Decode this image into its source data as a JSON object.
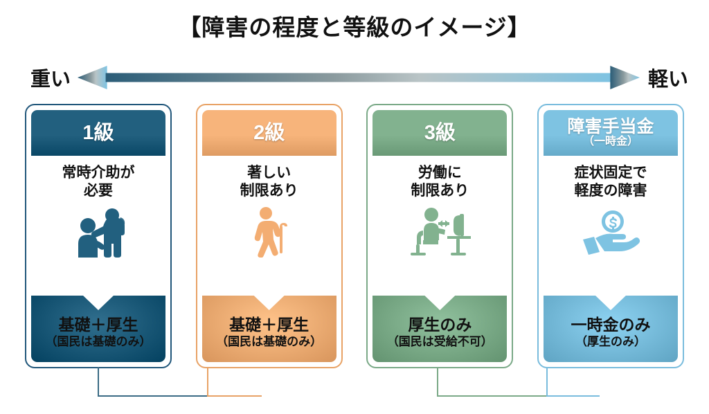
{
  "title": "【障害の程度と等級のイメージ】",
  "axis": {
    "left_label": "重い",
    "right_label": "軽い",
    "left_color": "#2b5d78",
    "right_color": "#7ec3e2",
    "left_arrow_icon": "arrow-left-icon",
    "right_arrow_icon": "arrow-right-icon"
  },
  "cards": [
    {
      "grade": "1級",
      "sub": "",
      "description": "常時介助が\n必要",
      "footer_main": "基礎＋厚生",
      "footer_note": "（国民は基礎のみ）",
      "icon": "caregiver-assist-icon",
      "accent": "#22607f",
      "border": "#20567a",
      "header_text_color": "#ffffff",
      "footer_text_color": "#111111"
    },
    {
      "grade": "2級",
      "sub": "",
      "description": "著しい\n制限あり",
      "footer_main": "基礎＋厚生",
      "footer_note": "（国民は基礎のみ）",
      "icon": "walking-cane-icon",
      "accent": "#f7b47b",
      "border": "#e8a265",
      "header_text_color": "#ffffff",
      "footer_text_color": "#111111"
    },
    {
      "grade": "3級",
      "sub": "",
      "description": "労働に\n制限あり",
      "footer_main": "厚生のみ",
      "footer_note": "（国民は受給不可）",
      "icon": "desk-worker-icon",
      "accent": "#82b28f",
      "border": "#7aa987",
      "header_text_color": "#ffffff",
      "footer_text_color": "#111111"
    },
    {
      "grade": "障害手当金",
      "sub": "（一時金）",
      "description": "症状固定で\n軽度の障害",
      "footer_main": "一時金のみ",
      "footer_note": "（厚生のみ）",
      "icon": "hand-coin-icon",
      "accent": "#7ec3e2",
      "border": "#79bcdd",
      "header_text_color": "#ffffff",
      "footer_text_color": "#111111"
    }
  ],
  "connectors": [
    {
      "name": "connector-grade1-grade2",
      "color": "#2b5d78",
      "color2": "#e8a265"
    },
    {
      "name": "connector-grade3-allowance",
      "color": "#7aa987",
      "color2": "#79bcdd"
    }
  ]
}
